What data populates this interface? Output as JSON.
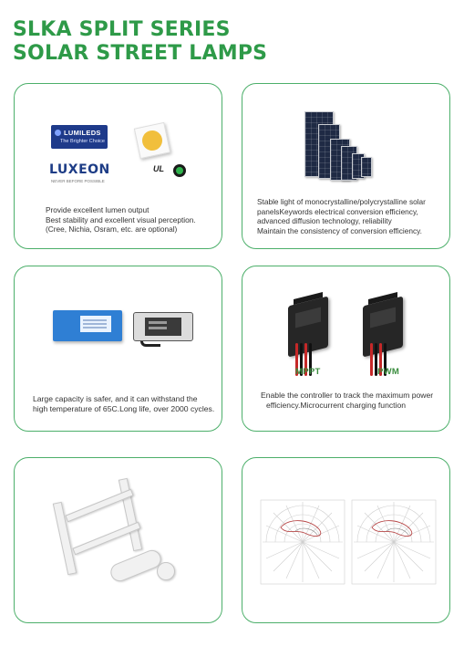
{
  "header": {
    "title_line1": "SLKA SPLIT SERIES",
    "title_line2": "SOLAR STREET LAMPS"
  },
  "cards": [
    {
      "id": "led",
      "text_lines": [
        "Provide excellent lumen output",
        "Best stability and excellent visual perception.",
        "(Cree, Nichia, Osram, etc. are optional)"
      ],
      "logos": {
        "lumileds": "LUMILEDS",
        "lumileds_tagline": "The Brighter Choice",
        "luxeon": "LUXEON",
        "luxeon_tagline": "NEVER BEFORE POSSIBLE",
        "ul": "UL"
      }
    },
    {
      "id": "solar-panel",
      "text_lines": [
        "Stable light of monocrystalline/polycrystalline solar",
        "panelsKeywords electrical conversion efficiency,",
        "advanced diffusion technology, reliability",
        "Maintain the consistency of conversion efficiency."
      ]
    },
    {
      "id": "battery",
      "text_lines": [
        "Large capacity is safer, and it can withstand the",
        "high temperature of 65C.Long life, over 2000 cycles."
      ]
    },
    {
      "id": "controller",
      "labels": [
        "MPPT",
        "PWM"
      ],
      "text_lines": [
        "Enable the controller to track the maximum power",
        "efficiency.Microcurrent charging function"
      ]
    },
    {
      "id": "bracket"
    },
    {
      "id": "light-distribution"
    }
  ],
  "colors": {
    "title_green": "#2e9a48",
    "card_border": "#4caf6a",
    "label_green": "#3a8d3e"
  }
}
